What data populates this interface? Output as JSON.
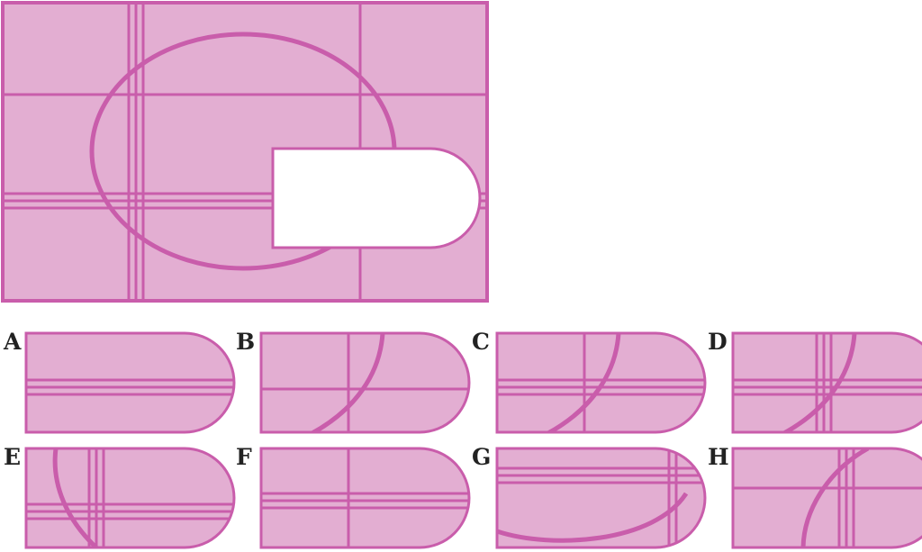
{
  "colors": {
    "fill": "#e3aed2",
    "stroke": "#c95dab",
    "hole": "#ffffff",
    "label": "#222222"
  },
  "options": [
    {
      "label": "A"
    },
    {
      "label": "B"
    },
    {
      "label": "C"
    },
    {
      "label": "D"
    },
    {
      "label": "E"
    },
    {
      "label": "F"
    },
    {
      "label": "G"
    },
    {
      "label": "H"
    }
  ]
}
